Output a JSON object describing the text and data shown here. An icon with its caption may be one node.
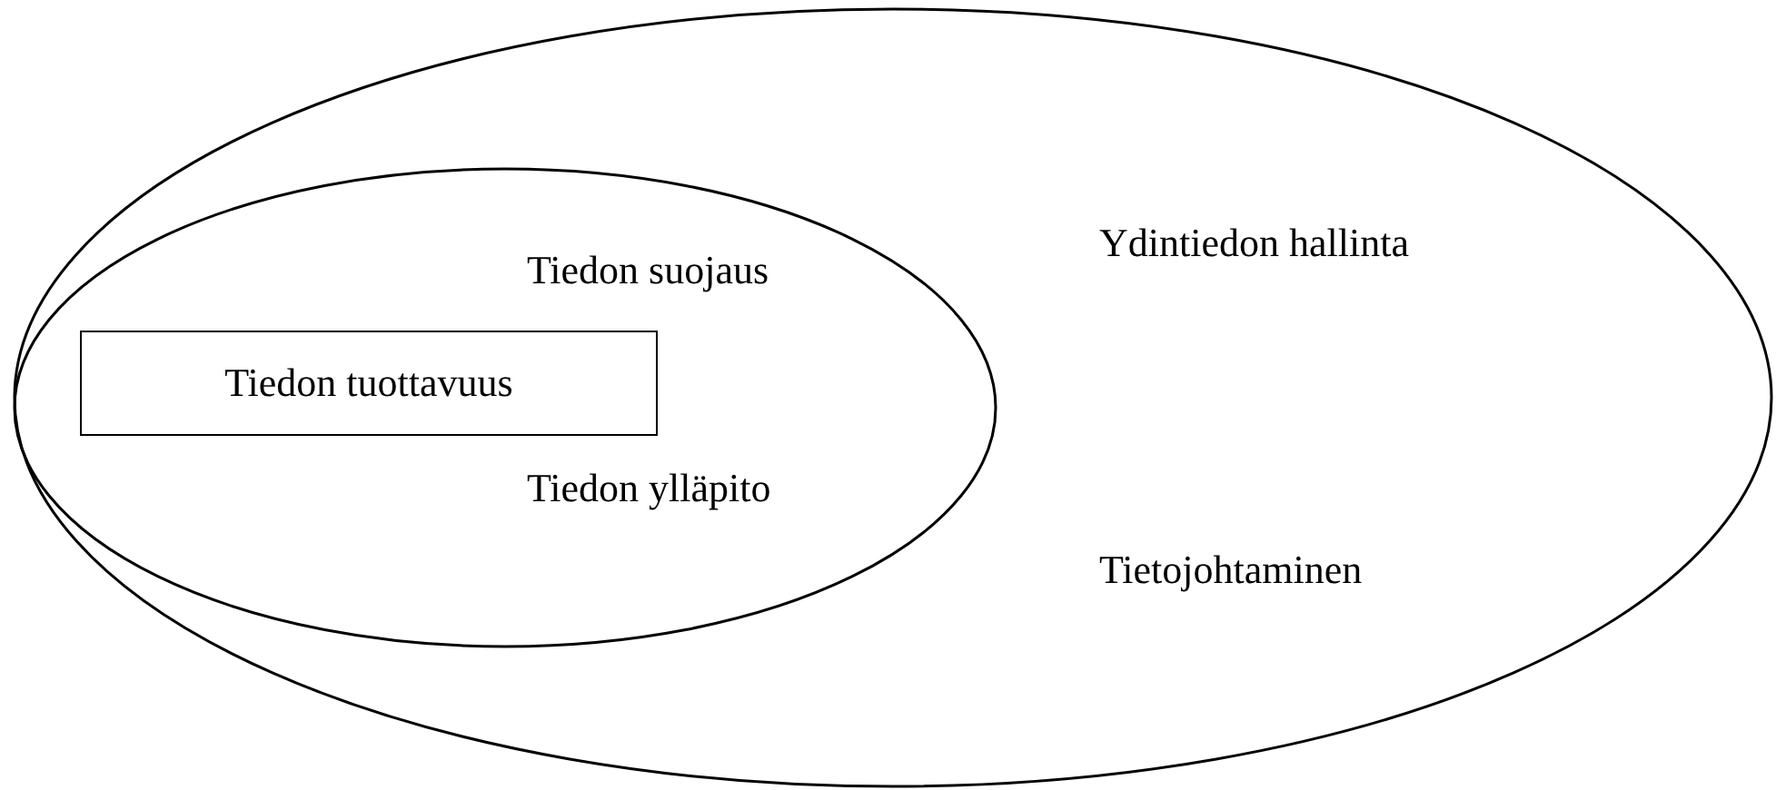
{
  "diagram": {
    "nodes": [
      {
        "text": [
          "Ydintiedon hallinta",
          "Tietojohtaminen"
        ]
      },
      {
        "text": [
          "Tiedon suojaus",
          "Tiedon ylläpito"
        ],
        "in": 0
      },
      {
        "text": [
          "Tiedon tuottavuus"
        ],
        "in": 1
      }
    ]
  }
}
